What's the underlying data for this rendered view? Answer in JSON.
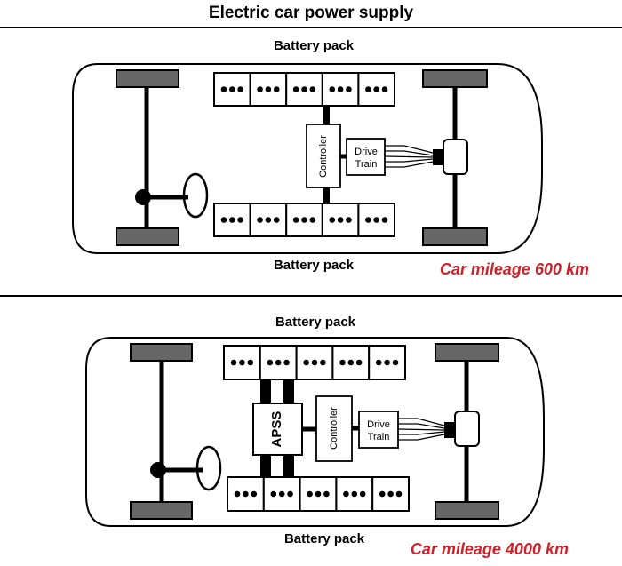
{
  "title": "Electric car power supply",
  "colors": {
    "ink": "#000000",
    "tire": "#666666",
    "mileage_red": "#d0202a",
    "body_fill": "#ffffff"
  },
  "panels": [
    {
      "battery_top_label": "Battery pack",
      "battery_bottom_label": "Battery pack",
      "controller_label": "Controller",
      "drive_train_label": [
        "Drive",
        "Train"
      ],
      "mileage_label": "Car mileage 600 km",
      "has_apss": false
    },
    {
      "battery_top_label": "Battery pack",
      "battery_bottom_label": "Battery pack",
      "apss_label": "APSS",
      "controller_label": "Controller",
      "drive_train_label": [
        "Drive",
        "Train"
      ],
      "mileage_label": "Car mileage 4000 km",
      "has_apss": true
    }
  ]
}
